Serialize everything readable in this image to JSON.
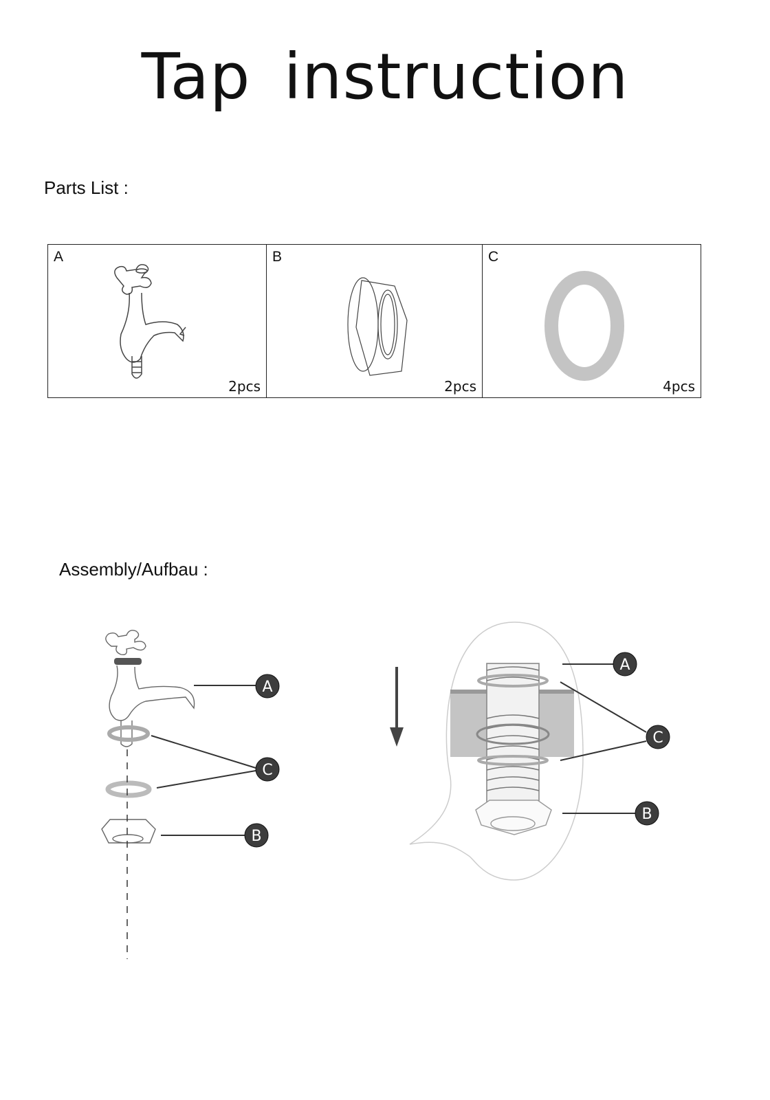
{
  "title": "Tap  instruction",
  "parts_heading": "Parts List :",
  "parts": [
    {
      "label": "A",
      "qty": "2pcs",
      "icon": "tap-icon"
    },
    {
      "label": "B",
      "qty": "2pcs",
      "icon": "hex-nut-icon"
    },
    {
      "label": "C",
      "qty": "4pcs",
      "icon": "washer-icon"
    }
  ],
  "assembly_heading": "Assembly/Aufbau :",
  "callouts": {
    "a": "A",
    "b": "B",
    "c": "C"
  },
  "colors": {
    "callout_fill": "#3d3d3d",
    "washer": "#bdbdbd",
    "counter": "#c4c4c4"
  }
}
